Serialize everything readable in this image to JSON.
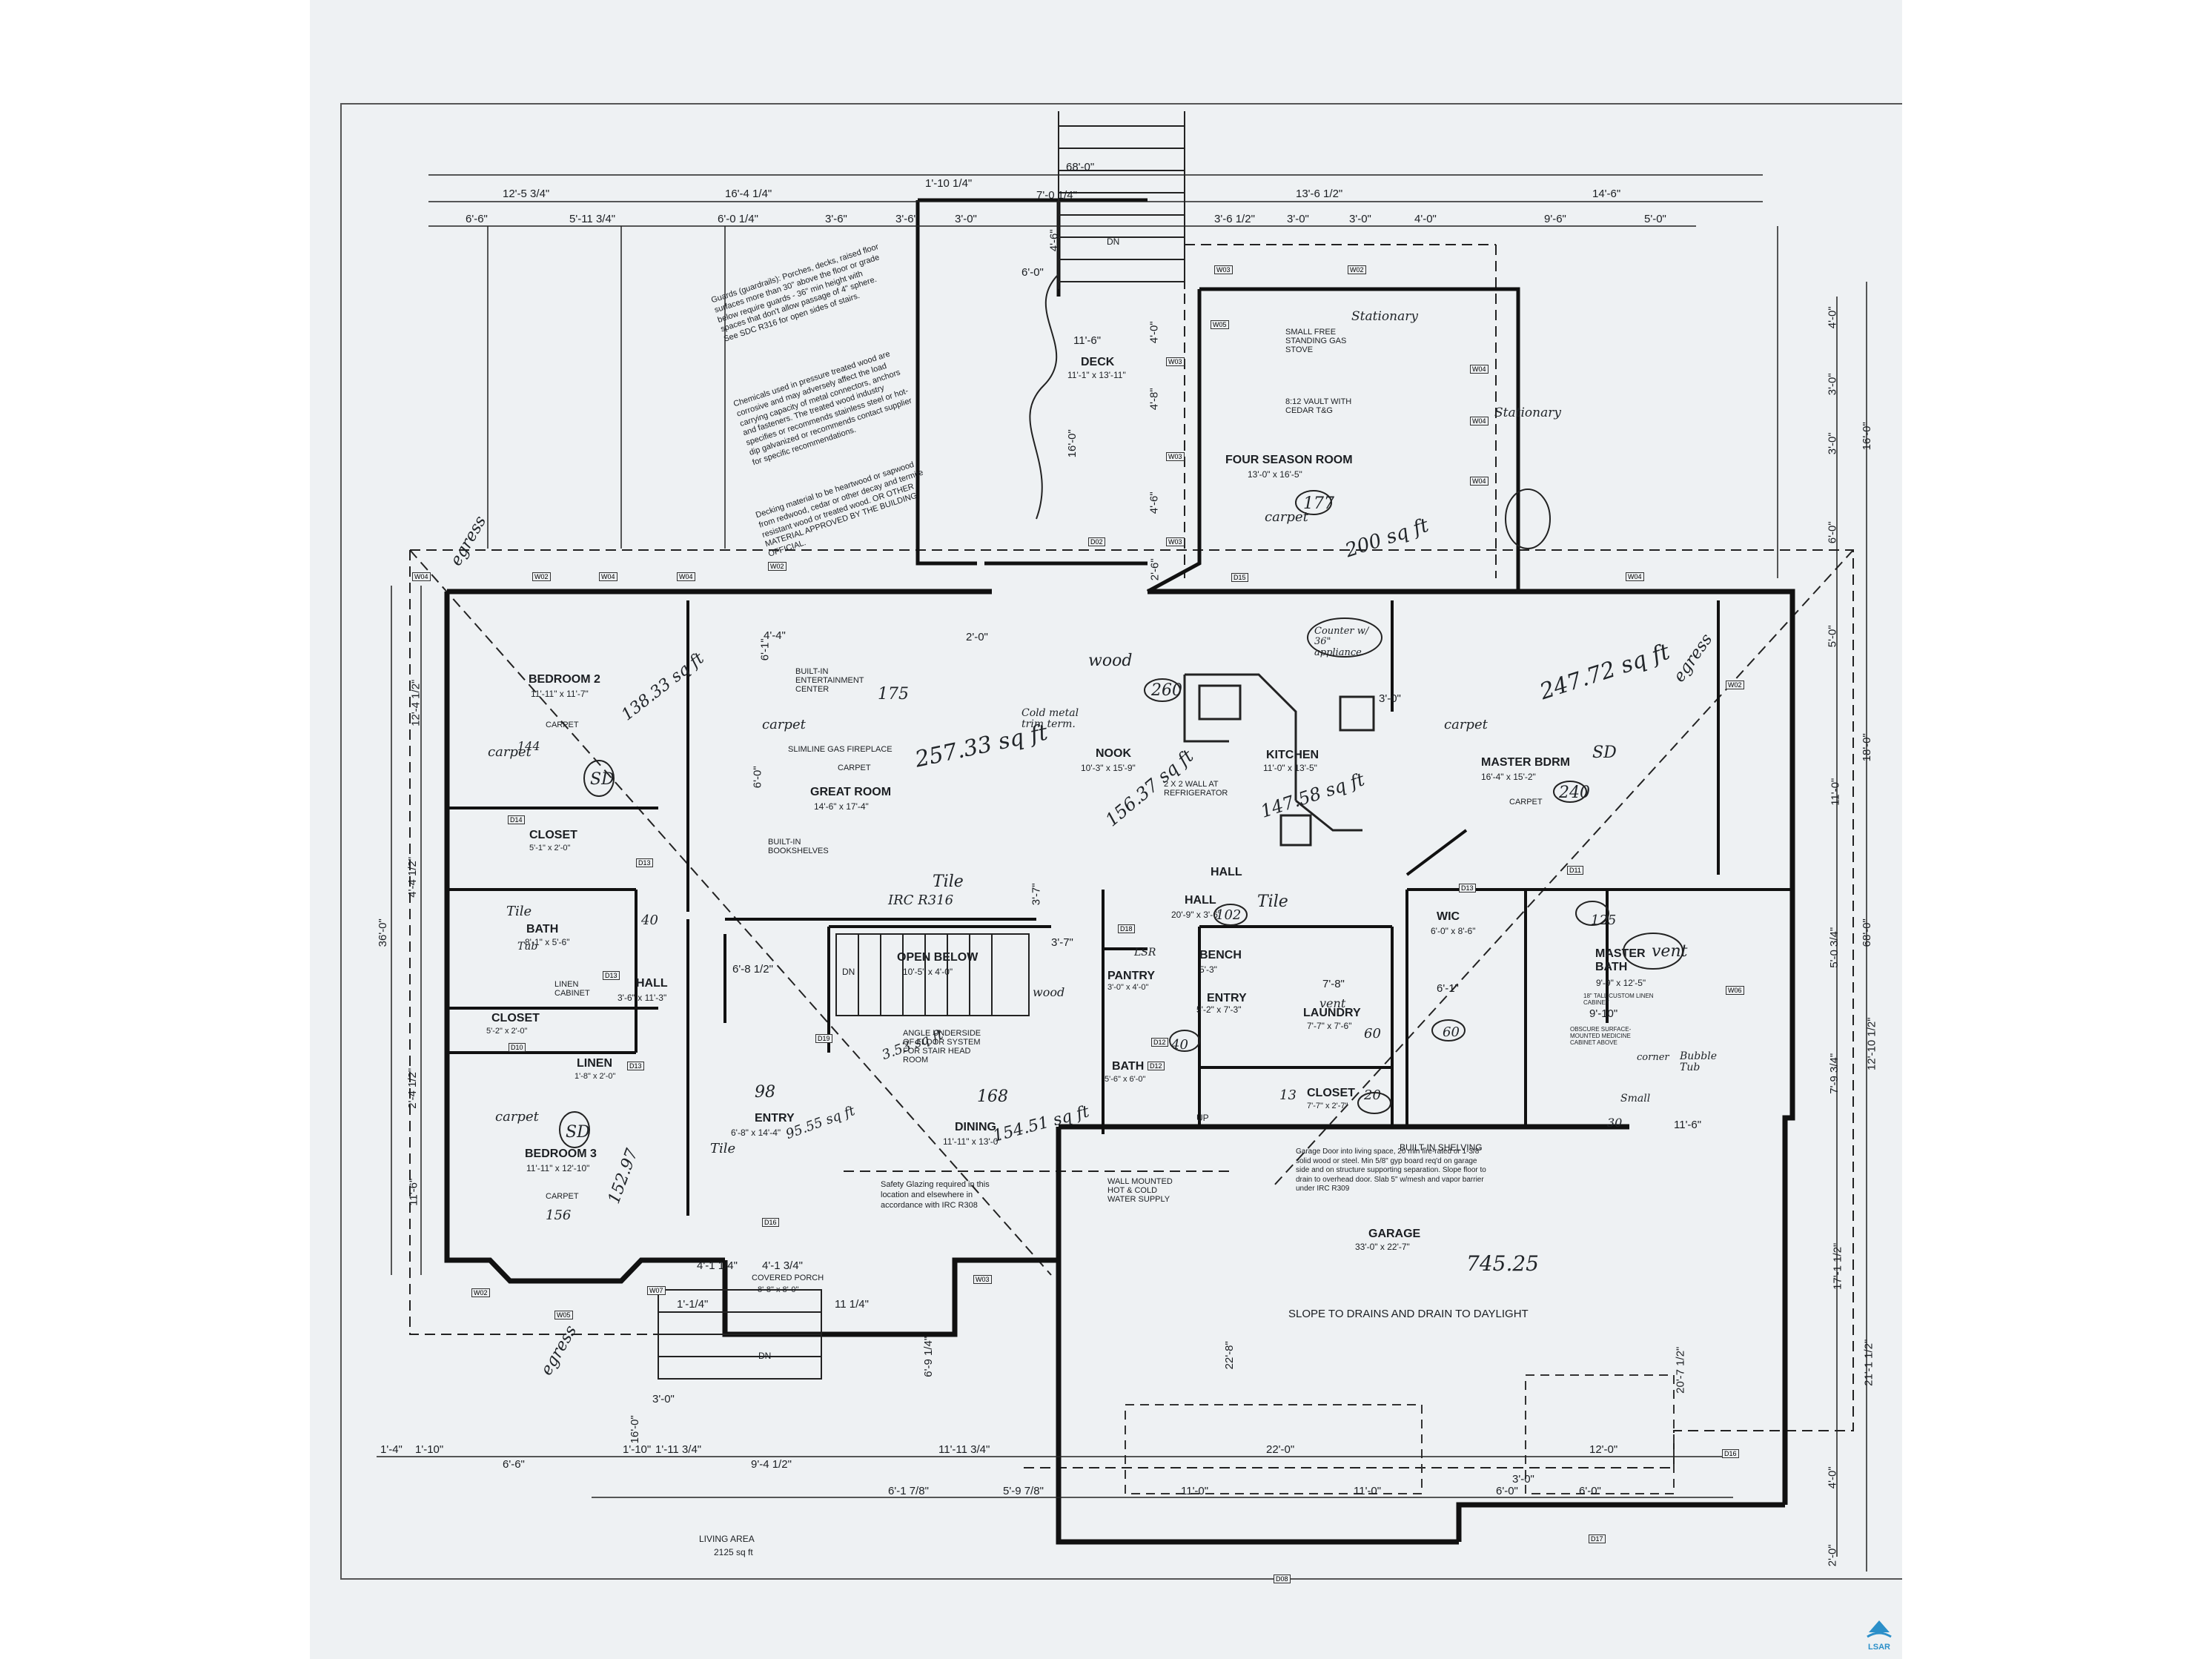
{
  "rooms": {
    "bedroom2": {
      "name": "BEDROOM 2",
      "size": "11'-11\" x 11'-7\"",
      "floor": "CARPET"
    },
    "bedroom3": {
      "name": "BEDROOM 3",
      "size": "11'-11\" x 12'-10\"",
      "floor": "CARPET"
    },
    "great_room": {
      "name": "GREAT ROOM",
      "size": "14'-6\" x 17'-4\"",
      "floor": "CARPET"
    },
    "nook": {
      "name": "NOOK",
      "size": "10'-3\" x 15'-9\""
    },
    "kitchen": {
      "name": "KITCHEN",
      "size": "11'-0\" x 13'-5\""
    },
    "master_bdrm": {
      "name": "MASTER BDRM",
      "size": "16'-4\" x 15'-2\"",
      "floor": "CARPET"
    },
    "master_bath": {
      "name": "MASTER BATH",
      "size": "9'-9\" x 12'-5\""
    },
    "wic": {
      "name": "WIC",
      "size": "6'-0\" x 8'-6\""
    },
    "four_season": {
      "name": "FOUR SEASON ROOM",
      "size": "13'-0\" x 16'-5\""
    },
    "deck": {
      "name": "DECK",
      "size": "11'-1\" x 13'-11\""
    },
    "dining": {
      "name": "DINING",
      "size": "11'-11\" x 13'-0\""
    },
    "entry": {
      "name": "ENTRY",
      "size": "6'-8\" x 14'-4\""
    },
    "hall_main": {
      "name": "HALL",
      "size": "20'-9\" x 3'-6\""
    },
    "hall_upper": {
      "name": "HALL"
    },
    "hall_small": {
      "name": "HALL",
      "size": "3'-6\" x 11'-3\""
    },
    "bath": {
      "name": "BATH",
      "size": "8'-1\" x 5'-6\""
    },
    "half_bath": {
      "name": "BATH",
      "size": "5'-6\" x 6'-0\""
    },
    "laundry": {
      "name": "LAUNDRY",
      "size": "7'-7\" x 7'-6\""
    },
    "closet1": {
      "name": "CLOSET",
      "size": "5'-1\" x 2'-0\""
    },
    "closet2": {
      "name": "CLOSET",
      "size": "5'-2\" x 2'-0\""
    },
    "closet3": {
      "name": "CLOSET",
      "size": "7'-7\" x 2'-7\""
    },
    "linen": {
      "name": "LINEN",
      "size": "1'-8\" x 2'-0\""
    },
    "linen_cab": {
      "name": "LINEN CABINET"
    },
    "pantry": {
      "name": "PANTRY",
      "size": "3'-0\" x 4'-0\""
    },
    "bench": {
      "name": "BENCH",
      "size": "5'-3\""
    },
    "entry2": {
      "name": "ENTRY",
      "size": "5'-2\" x 7'-3\""
    },
    "open_below": {
      "name": "OPEN BELOW",
      "size": "10'-5\" x 4'-0\""
    },
    "garage": {
      "name": "GARAGE",
      "size": "33'-0\" x 22'-7\""
    },
    "porch": {
      "name": "COVERED PORCH",
      "size": "8'-8\" x 8'-0\""
    }
  },
  "annotations": {
    "entertainment": "BUILT-IN ENTERTAINMENT CENTER",
    "fireplace": "SLIMLINE GAS FIREPLACE",
    "bookshelves": "BUILT-IN BOOKSHELVES",
    "stove": "SMALL FREE STANDING GAS STOVE",
    "vault": "8:12 VAULT WITH CEDAR T&G",
    "wall_fridge": "2 X 2 WALL AT REFRIGERATOR",
    "angle": "ANGLE UNDERSIDE OF FLOOR SYSTEM FOR STAIR HEAD ROOM",
    "slope": "SLOPE TO DRAINS AND DRAIN TO DAYLIGHT",
    "wall_mounted": "WALL MOUNTED HOT & COLD WATER SUPPLY",
    "glazing": "Safety Glazing required in this location and elsewhere in accordance with IRC R308",
    "garage_door": "Garage Door into living space, 20 min fire-rated or 1-3/8\" solid wood or steel. Min 5/8\" gyp board req'd on garage side and on structure supporting separation. Slope floor to drain to overhead door. Slab 5\" w/mesh and vapor barrier under IRC R309",
    "guards": "Guards (guardrails): Porches, decks, raised floor surfaces more than 30\" above the floor or grade below require guards - 36\" min height with spaces that don't allow passage of 4\" sphere. See SDC R316 for open sides of stairs.",
    "chemicals": "Chemicals used in pressure treated wood are corrosive and may adversely affect the load carrying capacity of metal connectors, anchors and fasteners. The treated wood industry specifies or recommends stainless steel or hot-dip galvanized or recommends contact supplier for specific recommendations.",
    "decking": "Decking material to be heartwood or sapwood from redwood, cedar or other decay and termite resistant wood or treated wood. OR OTHER MATERIAL APPROVED BY THE BUILDING OFFICIAL.",
    "medicine": "OBSCURE SURFACE-MOUNTED MEDICINE CABINET ABOVE",
    "tall_linen": "18\" TALL CUSTOM LINEN CABINET",
    "built_in_shelving": "BUILT-IN SHELVING",
    "dn": "DN",
    "up": "UP",
    "living_area": "LIVING AREA",
    "living_sqft": "2125 sq ft"
  },
  "dimensions": {
    "top_overall": "68'-0\"",
    "top1": [
      "12'-5 3/4\"",
      "16'-4 1/4\"",
      "1'-10 1/4\"",
      "7'-0 1/4\"",
      "13'-6 1/2\"",
      "14'-6\""
    ],
    "top2": [
      "6'-6\"",
      "5'-11 3/4\"",
      "6'-0 1/4\"",
      "3'-6\"",
      "3'-6\"",
      "3'-0\"",
      "3'-6 1/2\"",
      "3'-0\"",
      "3'-0\"",
      "4'-0\"",
      "9'-6\"",
      "5'-0\""
    ],
    "left_overall": "36'-0\"",
    "left1": [
      "12'-4 1/2\"",
      "4'-4 1/2\"",
      "2'-4 1/2\"",
      "11'-6\""
    ],
    "right_overall": "68'-0\"",
    "right1": [
      "16'-0\"",
      "18'-0\"",
      "12'-10 1/2\"",
      "21'-1 1/2\""
    ],
    "right2": [
      "4'-0\"",
      "3'-0\"",
      "3'-0\"",
      "6'-0\"",
      "5'-0\"",
      "11'-0\"",
      "5'-0 3/4\"",
      "7'-9 3/4\"",
      "17'-1 1/2\"",
      "4'-0\"",
      "2'-0\""
    ],
    "bottom1": [
      "1'-4\"",
      "1'-10\"",
      "6'-6\"",
      "1'-10\"",
      "1'-11 3/4\"",
      "9'-4 1/2\"",
      "11'-11 3/4\"",
      "22'-0\"",
      "12'-0\""
    ],
    "bottom2": [
      "6'-1 7/8\"",
      "5'-9 7/8\"",
      "11'-0\"",
      "11'-0\"",
      "6'-0\"",
      "6'-0\""
    ],
    "deck_w": "11'-6\"",
    "deck_h": "16'-0\"",
    "porch_w": "3'-0\"",
    "misc": [
      "6'-1\"",
      "4'-4\"",
      "2'-0\"",
      "6'-0\"",
      "3'-7\"",
      "6'-8 1/2\"",
      "3'-7\"",
      "7'-8\"",
      "6'-1\"",
      "9'-10\"",
      "6'-9 1/4\"",
      "16'-0\"",
      "22'-8\"",
      "20'-7 1/2\"",
      "3'-0\"",
      "4'-8\"",
      "4'-6\"",
      "4'-0\"",
      "4'-6\"",
      "2'-6\"",
      "6'-0\"",
      "3'-0\"",
      "1'-1/4\"",
      "11 1/4\"",
      "4'-1 1/4\"",
      "4'-1 3/4\"",
      "11'-6\""
    ]
  },
  "tags": {
    "windows": [
      "W04",
      "W02",
      "W04",
      "W04",
      "W02",
      "W03",
      "W03",
      "W03",
      "W03",
      "W02",
      "W04",
      "W04",
      "W04",
      "W04",
      "W02",
      "W06",
      "W05",
      "W07",
      "W02",
      "W03",
      "W05"
    ],
    "doors": [
      "D14",
      "D13",
      "D10",
      "D13",
      "D13",
      "D12",
      "D11",
      "D13",
      "D16",
      "D15",
      "D17",
      "D16",
      "D18",
      "D02",
      "D19",
      "D12",
      "D08"
    ]
  },
  "handwritten": {
    "egress1": "egress",
    "egress2": "egress",
    "egress3": "egress",
    "wood": "wood",
    "wood2": "wood",
    "carpet1": "carpet",
    "carpet2": "carpet",
    "carpet3": "carpet",
    "carpet4": "carpet",
    "carpet5": "carpet",
    "tile1": "Tile",
    "tile2": "Tile",
    "tile3": "Tile",
    "tile4": "Tile",
    "sq_great": "257.33 sq ft",
    "sq_bed2": "138.33 sq ft",
    "sq_bed3": "152.97",
    "sq_master": "247.72 sq ft",
    "sq_nook": "156.37 sq ft",
    "sq_kitchen": "147.58 sq ft",
    "sq_four": "200 sq ft",
    "sq_garage": "745.25",
    "sq_dining": "154.51 sq ft",
    "sq_entry": "95.55 sq ft",
    "sq_closet": "3.53 sq ft",
    "n175": "175",
    "n260": "260",
    "n240": "240",
    "n177": "177",
    "n144": "144",
    "n156": "156",
    "n168": "168",
    "n98": "98",
    "n102": "102",
    "n40a": "40",
    "n40b": "40",
    "n60a": "60",
    "n60b": "60",
    "n125": "125",
    "n20": "20",
    "n13": "13",
    "n30": "30",
    "sd1": "SD",
    "sd2": "SD",
    "sd3": "SD",
    "stationary1": "Stationary",
    "stationary2": "Stationary",
    "irc": "IRC R316",
    "cold": "Cold metal trim term.",
    "counter": "Counter w/ 36\" appliance",
    "vent1": "vent",
    "vent2": "vent",
    "bubble": "Bubble Tub",
    "small": "Small",
    "lsr": "LSR",
    "tub": "Tub",
    "corner": "corner"
  },
  "logo": {
    "text": "LSAR"
  }
}
